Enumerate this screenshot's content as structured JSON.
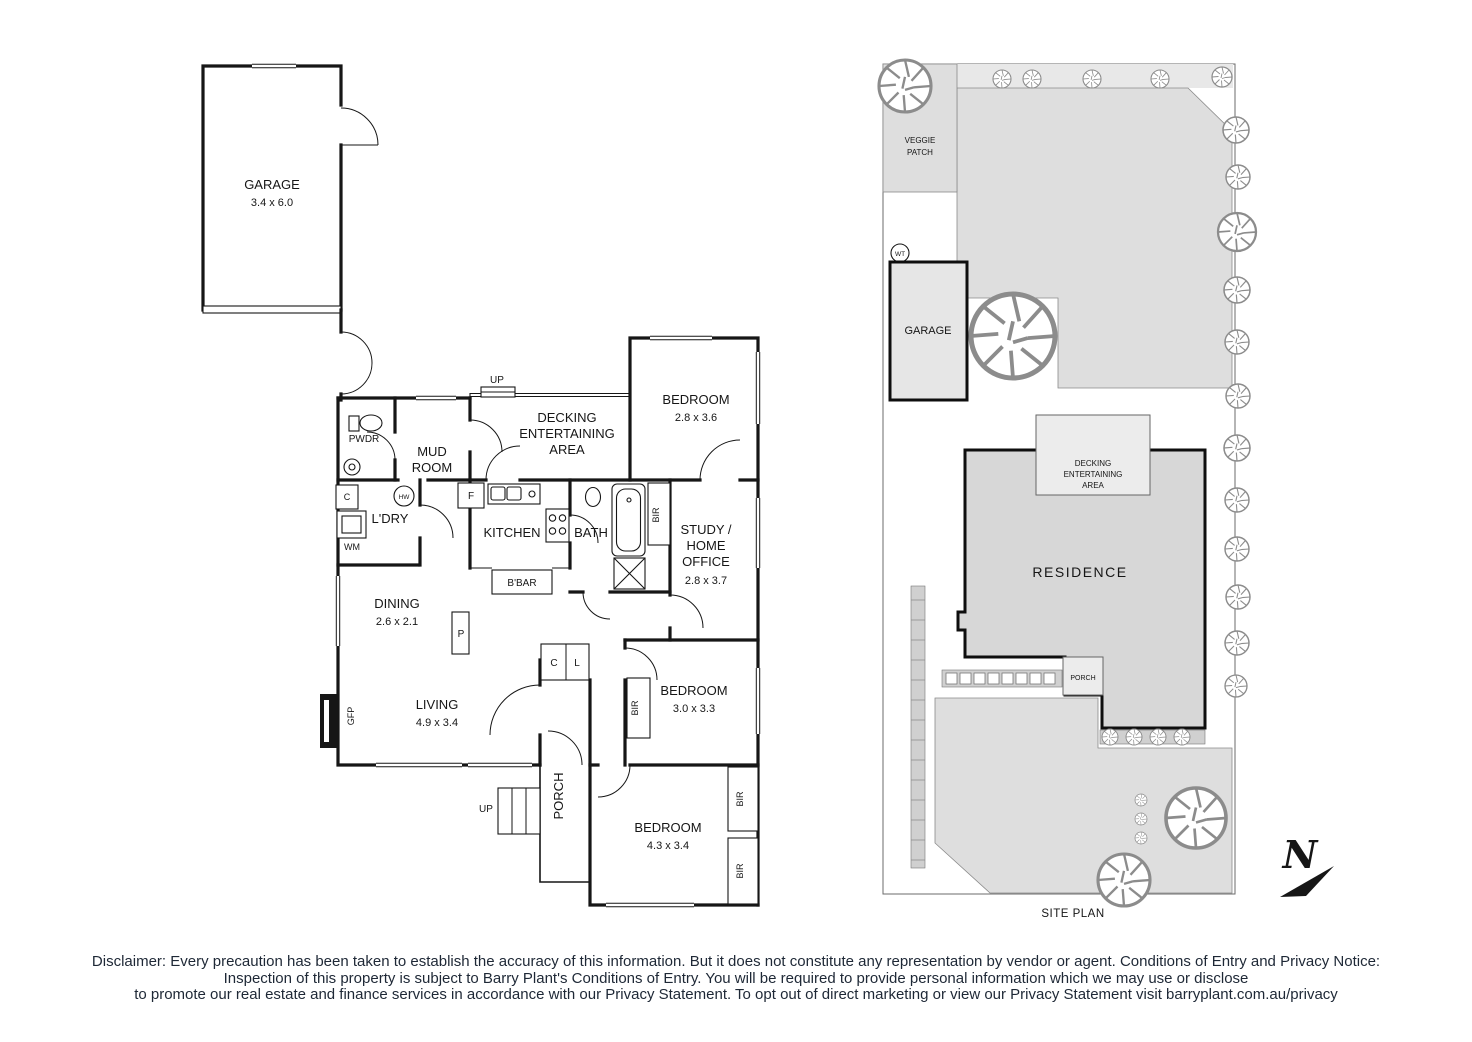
{
  "floorplan": {
    "garage": {
      "label": "GARAGE",
      "dims": "3.4 x 6.0"
    },
    "decking": {
      "l1": "DECKING",
      "l2": "ENTERTAINING",
      "l3": "AREA"
    },
    "bedroom1": {
      "label": "BEDROOM",
      "dims": "2.8 x 3.6"
    },
    "bedroom2": {
      "label": "BEDROOM",
      "dims": "3.0 x 3.3"
    },
    "bedroom3": {
      "label": "BEDROOM",
      "dims": "4.3 x 3.4"
    },
    "study": {
      "l1": "STUDY /",
      "l2": "HOME",
      "l3": "OFFICE",
      "dims": "2.8 x 3.7"
    },
    "kitchen": "KITCHEN",
    "bath": "BATH",
    "dining": {
      "label": "DINING",
      "dims": "2.6 x 2.1"
    },
    "living": {
      "label": "LIVING",
      "dims": "4.9 x 3.4"
    },
    "mudroom": {
      "l1": "MUD",
      "l2": "ROOM"
    },
    "pwdr": "PWDR",
    "ldry": "L'DRY",
    "bbar": "B'BAR",
    "porch": "PORCH",
    "up": "UP",
    "wm": "WM",
    "hw": "HW",
    "f": "F",
    "c": "C",
    "l": "L",
    "p": "P",
    "gfp": "GFP",
    "bir": "BIR"
  },
  "siteplan": {
    "veggie": {
      "l1": "VEGGIE",
      "l2": "PATCH"
    },
    "wt": "WT",
    "garage": "GARAGE",
    "decking": {
      "l1": "DECKING",
      "l2": "ENTERTAINING",
      "l3": "AREA"
    },
    "residence": "RESIDENCE",
    "porch": "PORCH",
    "caption": "SITE PLAN",
    "north": "N"
  },
  "disclaimer": {
    "line1": "Disclaimer: Every precaution has been taken to establish the accuracy of this information. But it does not constitute any representation by vendor or agent. Conditions of Entry and Privacy Notice:",
    "line2": "Inspection of this property is subject to Barry Plant's Conditions of Entry. You will be required to provide personal information which we may use or disclose",
    "line3": "to promote our real estate and finance services in accordance with our Privacy Statement. To opt out of direct marketing or view our Privacy Statement visit barryplant.com.au/privacy"
  },
  "colors": {
    "wall": "#161616",
    "site_fill": "#dedede",
    "site_fill_light": "#ececec",
    "residence_fill": "#d7d7d7",
    "disclaimer_text": "#1e2836"
  }
}
